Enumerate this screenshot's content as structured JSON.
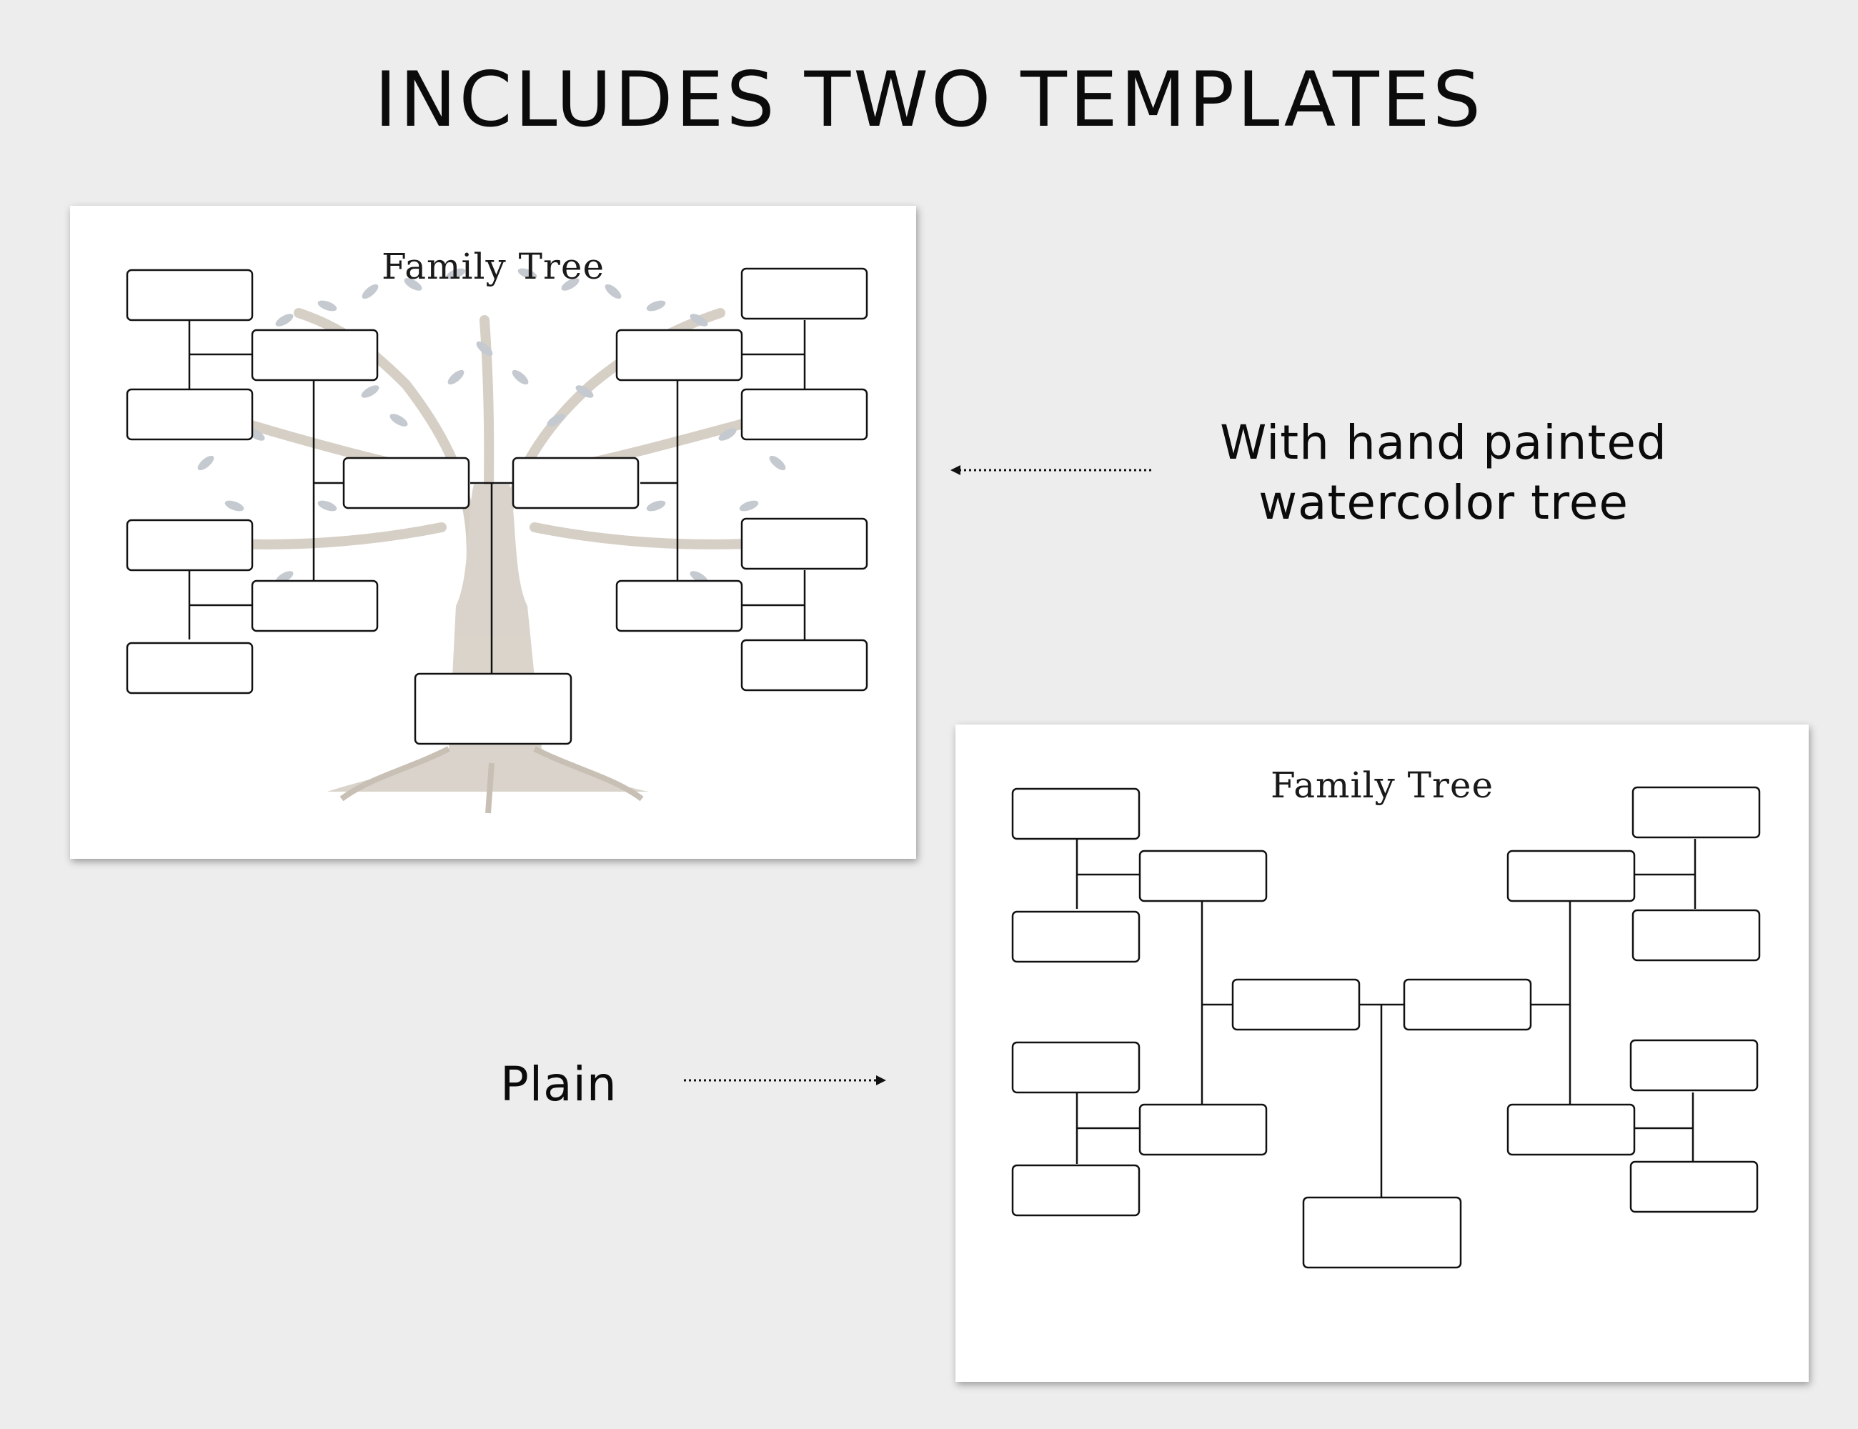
{
  "headline": "INCLUDES TWO TEMPLATES",
  "templates": [
    {
      "title": "Family Tree",
      "caption_line1": "With hand painted",
      "caption_line2": "watercolor tree"
    },
    {
      "title": "Family Tree",
      "caption": "Plain"
    }
  ],
  "colors": {
    "background": "#ecedec",
    "sheet": "#ffffff",
    "trunk": "#c9c1b6",
    "leaves": "#b7bcc4",
    "lines": "#111111"
  }
}
